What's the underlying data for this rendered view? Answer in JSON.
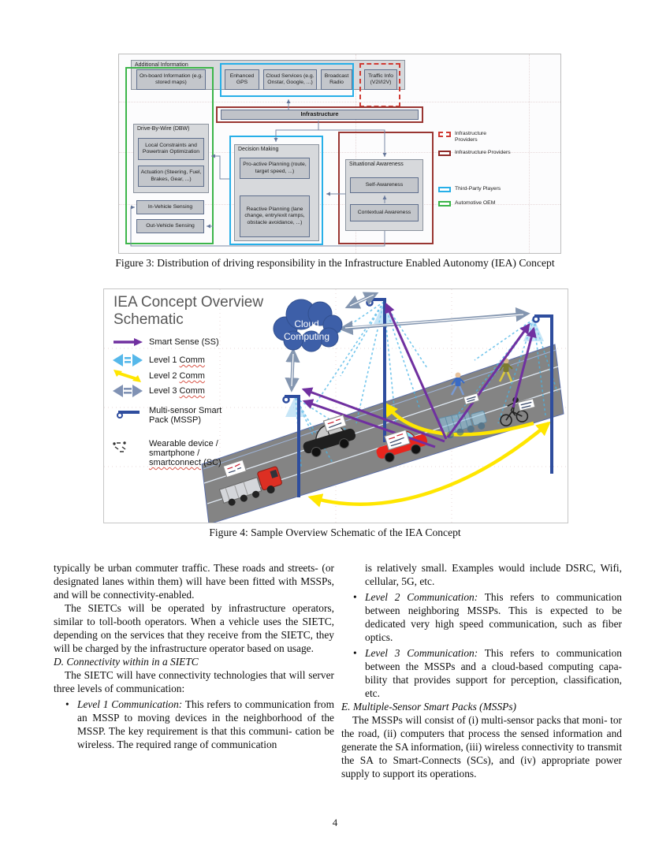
{
  "page": {
    "number": "4"
  },
  "colors": {
    "automotive_oem_green": "#3cb54a",
    "third_party_blue": "#27afe8",
    "infrastructure_red": "#993632",
    "infrastructure_dashed_red": "#cf3a33",
    "smart_sense_purple": "#7030a0",
    "level1_lightblue": "#47b4e6",
    "level2_yellow": "#ffe600",
    "level3_slate": "#8496b0",
    "cloud_blue": "#3d5fa8",
    "road_gray": "#848484"
  },
  "figure3": {
    "caption": "Figure 3: Distribution of driving responsibility in the Infrastructure Enabled Autonomy (IEA) Concept",
    "boxes": {
      "additional_information": "Additional Information",
      "onboard": "On-board Information (e.g. stored maps)",
      "enhanced_gps": "Enhanced GPS",
      "cloud_services": "Cloud Services (e.g. Onstar, Google, ...)",
      "broadcast_radio": "Broadcast Radio",
      "traffic_info": "Traffic Info (V2I/I2V)",
      "infrastructure": "Infrastructure",
      "dbw": "Drive-By-Wire (DBW)",
      "local_constraints": "Local Constraints and Powertrain Optimization",
      "actuation": "Actuation (Steering, Fuel, Brakes, Gear, ...)",
      "in_vehicle": "In-Vehicle Sensing",
      "out_vehicle": "Out-Vehicle Sensing",
      "decision_making": "Decision Making",
      "proactive": "Pro-active Planning (route, target speed, ...)",
      "reactive": "Reactive Planning (lane change, entry/exit ramps, obstacle avoidance, ...)",
      "situational": "Situational Awareness",
      "self_awareness": "Self-Awareness",
      "contextual": "Contextual Awareness"
    },
    "legend": [
      {
        "icon": "dashed-red-swatch",
        "label": "Infrastructure Providers"
      },
      {
        "icon": "solid-red-swatch",
        "label": "Infrastructure Providers"
      },
      {
        "icon": "blue-swatch",
        "label": "Third-Party Players"
      },
      {
        "icon": "green-swatch",
        "label": "Automotive OEM"
      }
    ]
  },
  "figure4": {
    "caption": "Figure 4: Sample Overview Schematic of the IEA Concept",
    "title": "IEA Concept Overview Schematic",
    "cloud": {
      "line1": "Cloud",
      "line2": "Computing"
    },
    "legend": {
      "smart_sense": "Smart Sense (SS)",
      "level1_prefix": "Level 1 ",
      "level1_word": "Comm",
      "level2_prefix": "Level 2 ",
      "level2_word": "Comm",
      "level3_prefix": "Level 3 ",
      "level3_word": "Comm",
      "mssp": "Multi-sensor Smart Pack (MSSP)",
      "wearable_prefix": "Wearable device / smartphone / ",
      "wearable_word": "smartconnect",
      "wearable_suffix": " (SC)"
    }
  },
  "article": {
    "left": {
      "para1": "typically be urban commuter traffic. These roads and streets- (or designated lanes within them) will have been fitted with MSSPs, and will be connectivity-enabled.",
      "para2": "The SIETCs will be operated by infrastructure operators, similar to toll-booth operators. When a vehicle uses the SIETC, depending on the services that they receive from the SIETC, they will be charged by the infrastructure operator based on usage.",
      "heading_d": "D. Connectivity within in a SIETC",
      "para3": "The SIETC will have connectivity technologies that will server three levels of communication:",
      "bullet1_term": "Level 1 Communication:",
      "bullet1_text": " This refers to communication from an MSSP to moving devices in the neighborhood of the MSSP. The key requirement is that this communi- cation be wireless. The required range of communication"
    },
    "right": {
      "cont": "is relatively small. Examples would include DSRC, Wifi, cellular, 5G, etc.",
      "bullet2_term": "Level 2 Communication:",
      "bullet2_text": " This refers to communication between neighboring MSSPs. This is expected to be dedicated very high speed communication, such as fiber optics.",
      "bullet3_term": "Level 3 Communication:",
      "bullet3_text": " This refers to communication between the MSSPs and a cloud-based computing capa- bility that provides support for perception, classification, etc.",
      "heading_e": "E. Multiple-Sensor Smart Packs (MSSPs)",
      "para": "The MSSPs will consist of (i) multi-sensor packs that moni- tor the road, (ii) computers that process the sensed information and generate the SA information, (iii) wireless connectivity to transmit the SA to Smart-Connects (SCs), and (iv) appropriate power supply to support its operations."
    }
  }
}
